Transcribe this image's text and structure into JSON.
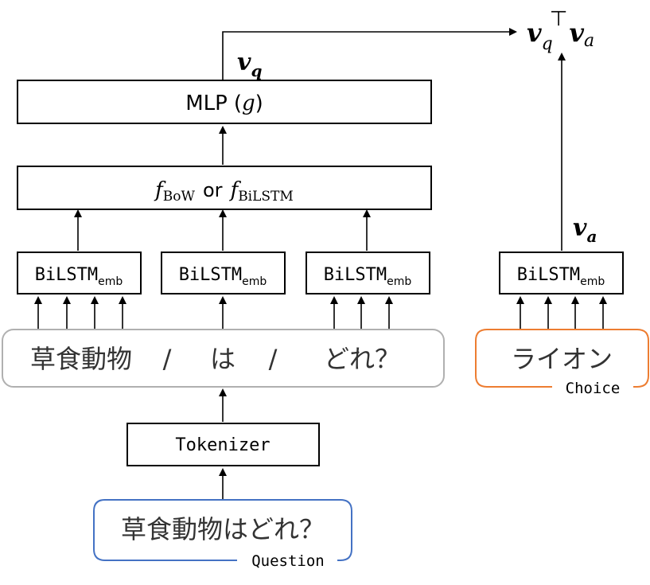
{
  "mlp": {
    "label": "MLP",
    "arg": "g"
  },
  "fusion": {
    "f": "f",
    "bow_sub": "BoW",
    "or": "or",
    "bilstm_sub": "BiLSTM"
  },
  "bilstm": {
    "label": "BiLSTM",
    "sub": "emb"
  },
  "vq": {
    "v": "v",
    "sub": "q"
  },
  "va": {
    "v": "v",
    "sub": "a"
  },
  "score": {
    "v1": "v",
    "sub1": "q",
    "sup": "⊤",
    "v2": "v",
    "sub2": "a"
  },
  "tokens": {
    "t1": "草食動物",
    "sep1": "/",
    "t2": "は",
    "sep2": "/",
    "t3": "どれ？"
  },
  "choice": {
    "text": "ライオン",
    "caption": "Choice"
  },
  "question": {
    "text": "草食動物はどれ？",
    "caption": "Question"
  },
  "tokenizer": {
    "label": "Tokenizer"
  },
  "colors": {
    "token_border": "#b0b0b0",
    "choice_border": "#ed7d31",
    "question_border": "#4472c4"
  }
}
